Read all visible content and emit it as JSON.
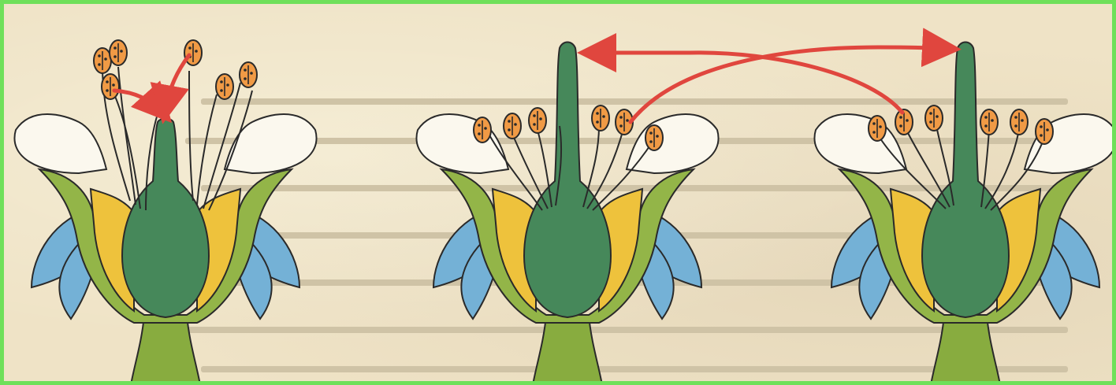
{
  "figure": {
    "flowers": [
      {
        "id": "flower-self-pollination"
      },
      {
        "id": "flower-cross-left"
      },
      {
        "id": "flower-cross-right"
      }
    ],
    "arrows": [
      {
        "id": "self-pollination-arrows",
        "count": 2
      },
      {
        "id": "cross-pollination-arrows",
        "count": 2
      }
    ],
    "colors": {
      "background": "#efe3c6",
      "frame": "#6fe05a",
      "petal": "#fbf8ee",
      "receptacle": "#93b548",
      "stem": "#88ac3f",
      "nectary": "#eec23c",
      "pistil": "#46885a",
      "sepal": "#74b1d6",
      "anther": "#f09a45",
      "arrow": "#e0463e",
      "outline": "#2a2a2a",
      "faded_text": "#cfc3a6"
    }
  }
}
